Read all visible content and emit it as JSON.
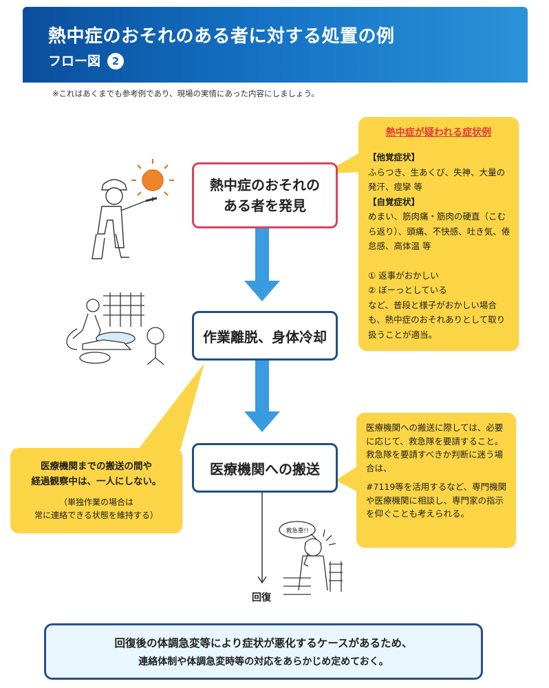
{
  "header": {
    "title": "熱中症のおそれのある者に対する処置の例",
    "subtitle": "フロー図",
    "badge": "2"
  },
  "note": "※これはあくまでも参考例であり、現場の実情にあった内容にしましょう。",
  "flow": {
    "step1": "熱中症のおそれの\nある者を発見",
    "step2": "作業離脱、身体冷却",
    "step3": "医療機関への搬送",
    "end": "回復"
  },
  "symptoms": {
    "title": "熱中症が疑われる症状例",
    "other_heading": "【他覚症状】",
    "other_text": "ふらつき、生あくび、失神、大量の発汗、痙攣 等",
    "self_heading": "【自覚症状】",
    "self_text": "めまい、筋肉痛・筋肉の硬直（こむら返り）、頭痛、不快感、吐き気、倦怠感、高体温 等",
    "item1": "① 返事がおかしい",
    "item2": "② ぼーっとしている",
    "closing": "など、普段と様子がおかしい場合も、熱中症のおそれありとして取り扱うことが適当。"
  },
  "left_note": {
    "main_line1": "医療機関までの搬送の間や",
    "main_line2": "経過観察中は、一人にしない。",
    "paren_line1": "（単独作業の場合は",
    "paren_line2": "常に連絡できる状態を維持する）"
  },
  "right_note": {
    "para1": "医療機関への搬送に際しては、必要に応じて、救急隊を要請すること。",
    "para2": "救急隊を要請すべきか判断に迷う場合は、",
    "para3": "#7119等を活用するなど、専門機関や医療機関に相談し、専門家の指示を仰ぐことも考えられる。"
  },
  "illustration": {
    "phone_bubble": "救急車!!"
  },
  "bottom": {
    "line1": "回復後の体調急変等により症状が悪化するケースがあるため、",
    "line2": "連絡体制や体調急変時等の対応をあらかじめ定めておく。"
  },
  "colors": {
    "header_blue": "#0a4e9c",
    "alert_red": "#d9435c",
    "box_navy": "#1e4f86",
    "arrow_blue": "#3a9be0",
    "note_yellow": "#fbd545",
    "bottom_bg": "#e9f6fd"
  }
}
